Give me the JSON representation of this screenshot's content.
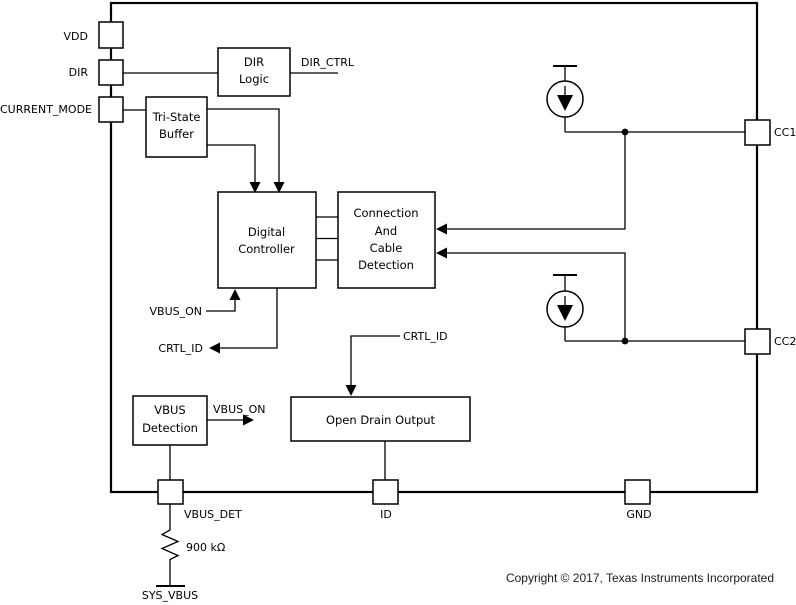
{
  "diagram": {
    "pins": {
      "vdd": "VDD",
      "dir": "DIR",
      "current_mode": "CURRENT_MODE",
      "cc1": "CC1",
      "cc2": "CC2",
      "vbus_det": "VBUS_DET",
      "id": "ID",
      "gnd": "GND",
      "sys_vbus": "SYS_VBUS"
    },
    "blocks": {
      "dir_logic": {
        "lines": [
          "DIR",
          "Logic"
        ]
      },
      "tri_state_buffer": {
        "lines": [
          "Tri-State",
          "Buffer"
        ]
      },
      "digital_controller": {
        "lines": [
          "Digital",
          "Controller"
        ]
      },
      "connection_cable_detection": {
        "lines": [
          "Connection",
          "And",
          "Cable",
          "Detection"
        ]
      },
      "vbus_detection": {
        "lines": [
          "VBUS",
          "Detection"
        ]
      },
      "open_drain_output": {
        "lines": [
          "Open Drain Output"
        ]
      }
    },
    "signals": {
      "dir_ctrl": "DIR_CTRL",
      "vbus_on": "VBUS_ON",
      "crtl_id": "CRTL_ID"
    },
    "resistor": {
      "value": "900 kΩ"
    },
    "icons": {
      "current_source": "current-source-icon",
      "resistor": "resistor-icon"
    },
    "colors": {
      "line": "#000000",
      "background": "#ffffff",
      "text": "#000000"
    },
    "footer": {
      "copyright": "Copyright © 2017, Texas Instruments Incorporated"
    }
  }
}
